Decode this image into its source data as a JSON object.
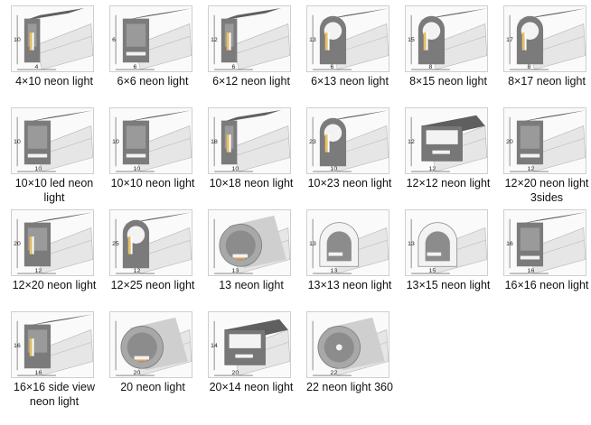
{
  "items": [
    {
      "label": "4×10 neon light",
      "shape": "slim-top",
      "dim_w": "4",
      "dim_h": "10",
      "led": "side"
    },
    {
      "label": "6×6 neon light",
      "shape": "dome-small",
      "dim_w": "6",
      "dim_h": "6",
      "led": "bottom"
    },
    {
      "label": "6×12 neon light",
      "shape": "slim-tall",
      "dim_w": "6",
      "dim_h": "12",
      "led": "side"
    },
    {
      "label": "6×13 neon light",
      "shape": "round-top",
      "dim_w": "6",
      "dim_h": "13",
      "led": "side"
    },
    {
      "label": "8×15 neon light",
      "shape": "pill",
      "dim_w": "8",
      "dim_h": "15",
      "led": "side"
    },
    {
      "label": "8×17 neon light",
      "shape": "pill",
      "dim_w": "8",
      "dim_h": "17",
      "led": "side"
    },
    {
      "label": "10×10 led neon light",
      "shape": "trap",
      "dim_w": "10",
      "dim_h": "10",
      "led": "bottom"
    },
    {
      "label": "10×10 neon light",
      "shape": "trap-open",
      "dim_w": "10",
      "dim_h": "10",
      "led": "bottom"
    },
    {
      "label": "10×18 neon light",
      "shape": "slim-tall",
      "dim_w": "10",
      "dim_h": "18",
      "led": "side"
    },
    {
      "label": "10×23 neon light",
      "shape": "round-top",
      "dim_w": "10",
      "dim_h": "23",
      "led": "side"
    },
    {
      "label": "12×12 neon light",
      "shape": "box-hollow",
      "dim_w": "12",
      "dim_h": "12",
      "led": "bottom"
    },
    {
      "label": "12×20 neon light 3sides",
      "shape": "box-tall",
      "dim_w": "12",
      "dim_h": "20",
      "led": "bottom"
    },
    {
      "label": "12×20 neon light",
      "shape": "flat-tall",
      "dim_w": "12",
      "dim_h": "20",
      "led": "side"
    },
    {
      "label": "12×25 neon light",
      "shape": "round-top",
      "dim_w": "12",
      "dim_h": "25",
      "led": "side"
    },
    {
      "label": "13 neon light",
      "shape": "circle",
      "dim_w": "13",
      "dim_h": "",
      "led": "bottom"
    },
    {
      "label": "13×13 neon light",
      "shape": "arch",
      "dim_w": "13",
      "dim_h": "13",
      "led": "bottom"
    },
    {
      "label": "13×15 neon light",
      "shape": "arch",
      "dim_w": "15",
      "dim_h": "13",
      "led": "bottom"
    },
    {
      "label": "16×16 neon light",
      "shape": "trap",
      "dim_w": "16",
      "dim_h": "16",
      "led": "bottom"
    },
    {
      "label": "16×16 side view neon light",
      "shape": "box-tall",
      "dim_w": "16",
      "dim_h": "16",
      "led": "side"
    },
    {
      "label": "20 neon light",
      "shape": "circle",
      "dim_w": "20",
      "dim_h": "",
      "led": "bottom"
    },
    {
      "label": "20×14 neon light",
      "shape": "box-hollow",
      "dim_w": "20",
      "dim_h": "14",
      "led": "bottom"
    },
    {
      "label": "22 neon light 360",
      "shape": "circle-360",
      "dim_w": "22",
      "dim_h": "",
      "led": "center"
    }
  ]
}
